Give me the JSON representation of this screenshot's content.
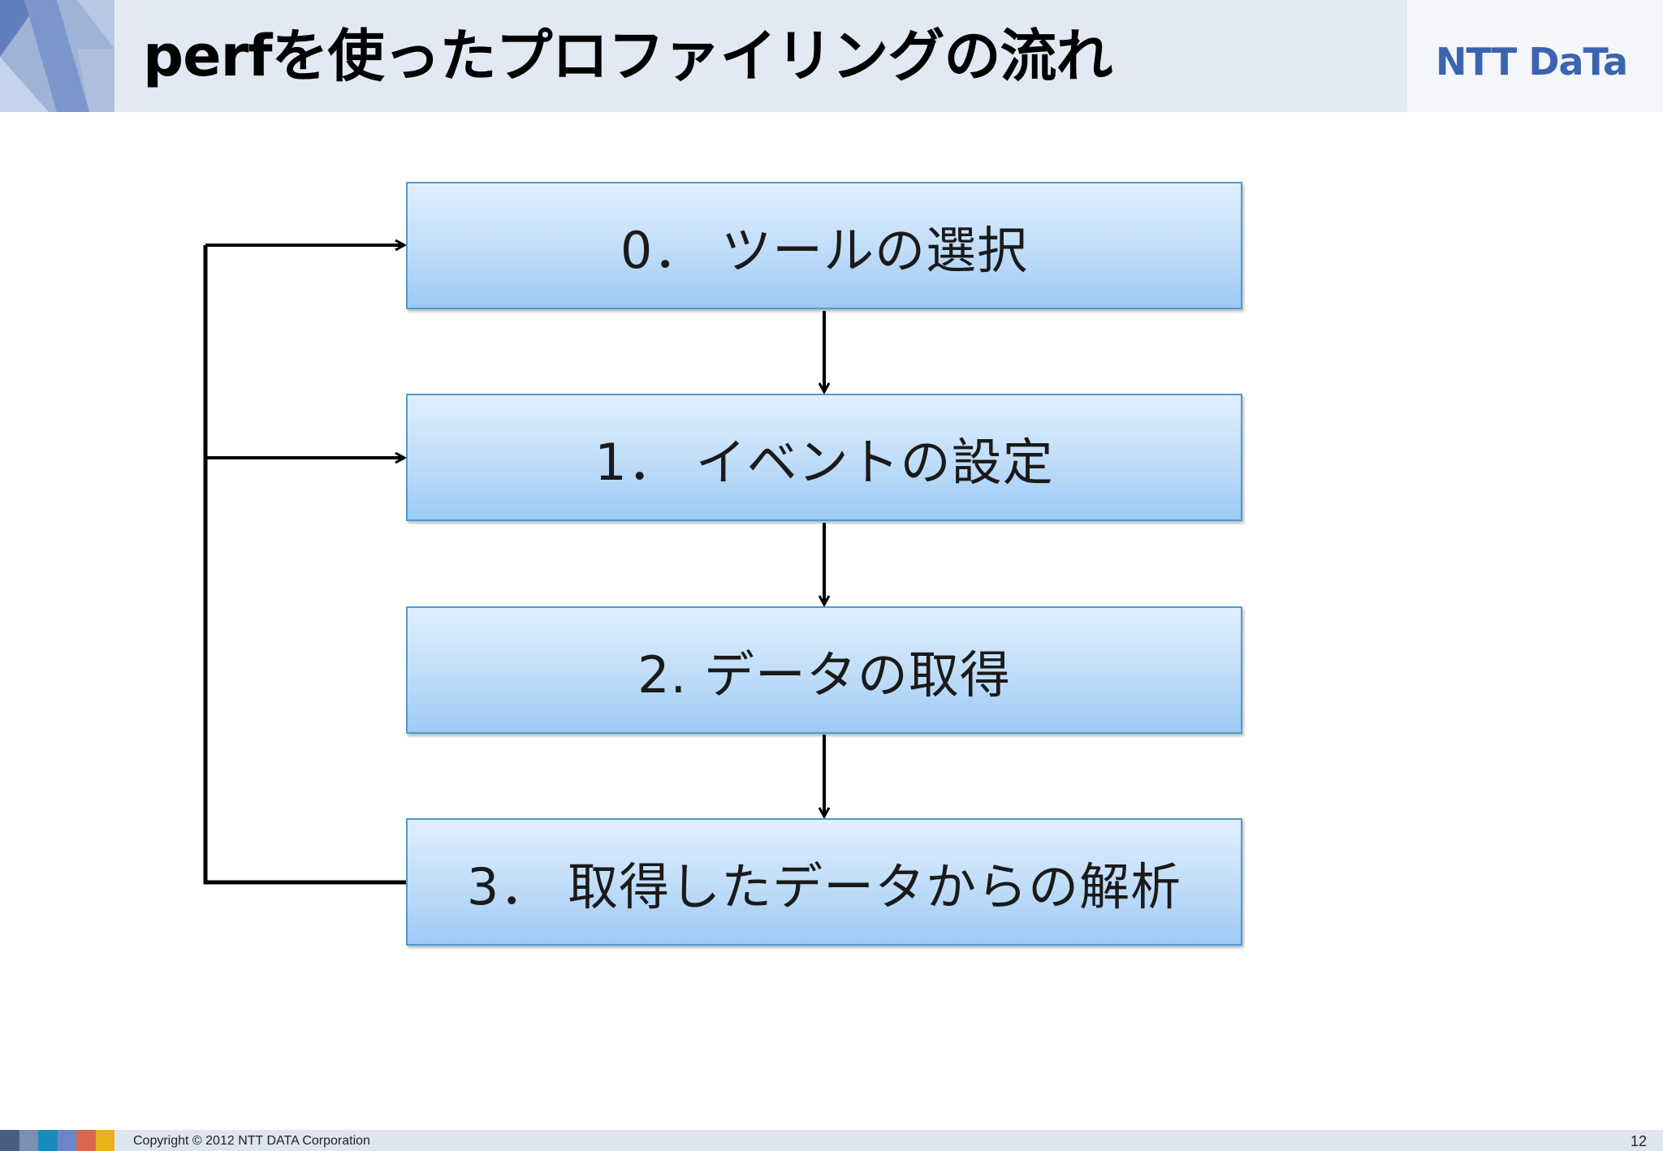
{
  "header": {
    "title": "perfを使ったプロファイリングの流れ",
    "logo_text": "NTT DaTa",
    "logo_color": "#3b64b0",
    "band_color": "#e3e9f3"
  },
  "flow": {
    "steps": [
      {
        "label": "0． ツールの選択"
      },
      {
        "label": "1． イベントの設定"
      },
      {
        "label": "2. データの取得"
      },
      {
        "label": "3． 取得したデータからの解析"
      }
    ],
    "box_fill_top": "#e1efff",
    "box_fill_bottom": "#9dcaf6",
    "box_border": "#4f9bd0",
    "arrow_color": "#000000",
    "feedback_loop_targets": [
      "0",
      "1"
    ]
  },
  "footer": {
    "copyright": "Copyright © 2012 NTT DATA Corporation",
    "page_number": "12",
    "swatch_colors": [
      "#4a5d80",
      "#7d8fb0",
      "#1a8bbd",
      "#6c84c8",
      "#d9674c",
      "#e8b21c"
    ]
  }
}
